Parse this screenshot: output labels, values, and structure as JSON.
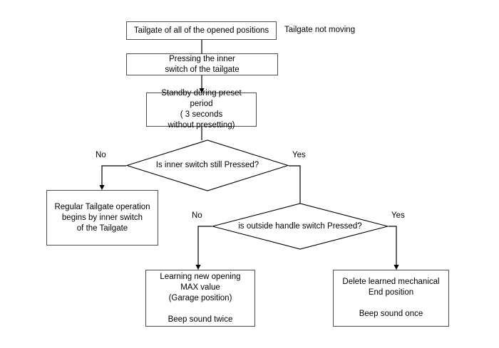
{
  "diagram": {
    "title_note": "Tailgate not moving",
    "stroke_color": "#4d4d4d",
    "line_color": "#000000",
    "background": "#ffffff",
    "nodes": [
      {
        "id": "n1",
        "type": "process",
        "text": "Tailgate of all of the opened positions"
      },
      {
        "id": "n2",
        "type": "process",
        "text": "Pressing the inner\nswitch of the tailgate"
      },
      {
        "id": "n3",
        "type": "process",
        "text": "Standby during preset period\n( 3 seconds\nwithout presetting)"
      },
      {
        "id": "d1",
        "type": "decision",
        "text": "Is inner switch still Pressed?"
      },
      {
        "id": "n4",
        "type": "process",
        "text": "Regular Tailgate operation\nbegins by inner switch\nof the Tailgate"
      },
      {
        "id": "d2",
        "type": "decision",
        "text": "is outside handle switch Pressed?"
      },
      {
        "id": "n5",
        "type": "process",
        "text": "Learning new opening\nMAX value\n(Garage position)\n\nBeep sound twice"
      },
      {
        "id": "n6",
        "type": "process",
        "text": "Delete learned mechanical\nEnd position\n\nBeep sound once"
      }
    ],
    "edge_labels": {
      "d1_no": "No",
      "d1_yes": "Yes",
      "d2_no": "No",
      "d2_yes": "Yes"
    }
  }
}
